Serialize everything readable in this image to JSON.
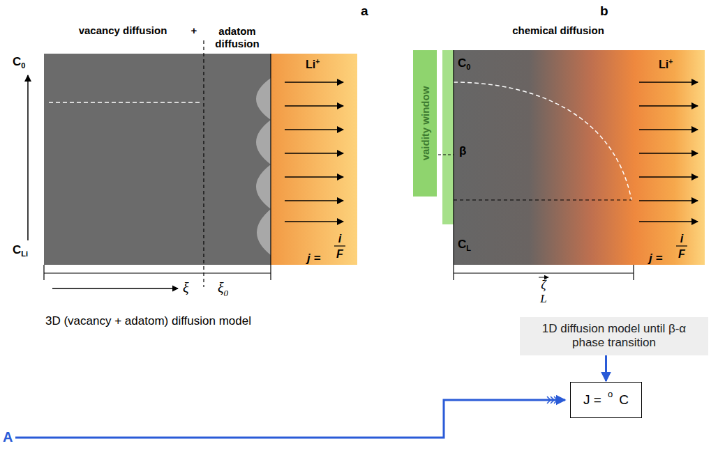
{
  "diagram": {
    "nodes": [
      {
        "text": [
          "vaidity window"
        ]
      },
      {
        "text": [
          "1D diffusion model until β-α phase transition"
        ]
      },
      {
        "text": [
          "J =",
          "o",
          "C"
        ]
      }
    ],
    "edges": [
      {
        "from": 1,
        "to": 2,
        "arrow": "to"
      }
    ],
    "labels": [
      "a",
      "b",
      "vacancy diffusion",
      "+",
      "adatom diffusion",
      "C0",
      "CLi",
      "ξ",
      "ξ0",
      "Li+",
      "j =",
      "i",
      "F",
      "3D (vacancy + adatom) diffusion model",
      "chemical diffusion",
      "C0",
      "β",
      "CL",
      "ζ",
      "L",
      "Li+",
      "j =",
      "i",
      "F",
      "A"
    ]
  }
}
